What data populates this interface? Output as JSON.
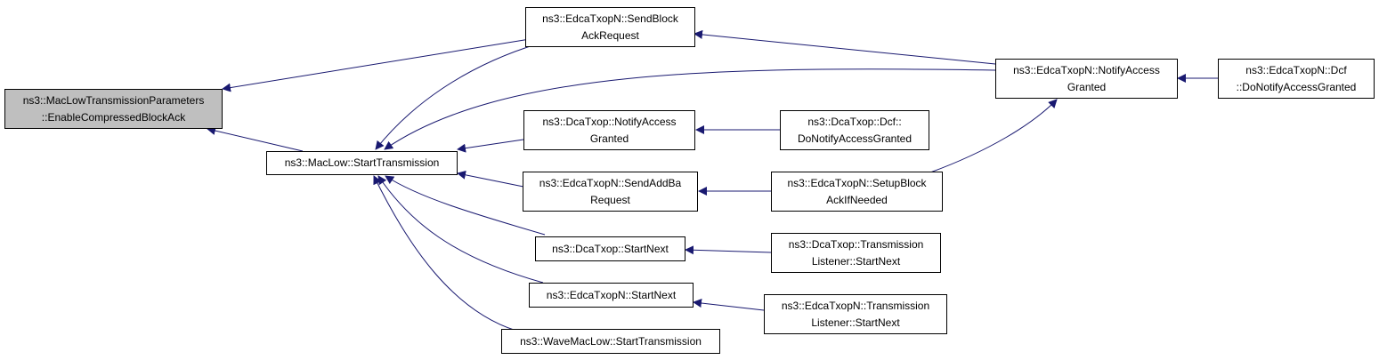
{
  "graph": {
    "edge_color": "#191970",
    "focus_fill": "#bfbfbf",
    "nodes": {
      "n_focus": [
        "ns3::MacLowTransmissionParameters",
        "::EnableCompressedBlockAck"
      ],
      "n_start": [
        "ns3::MacLow::StartTransmission"
      ],
      "n_sendblock": [
        "ns3::EdcaTxopN::SendBlock",
        "AckRequest"
      ],
      "n_dca_notify": [
        "ns3::DcaTxop::NotifyAccess",
        "Granted"
      ],
      "n_addba": [
        "ns3::EdcaTxopN::SendAddBa",
        "Request"
      ],
      "n_dca_startnext": [
        "ns3::DcaTxop::StartNext"
      ],
      "n_edca_startnext": [
        "ns3::EdcaTxopN::StartNext"
      ],
      "n_wave": [
        "ns3::WaveMacLow::StartTransmission"
      ],
      "n_edca_notify": [
        "ns3::EdcaTxopN::NotifyAccess",
        "Granted"
      ],
      "n_edca_dcf": [
        "ns3::EdcaTxopN::Dcf",
        "::DoNotifyAccessGranted"
      ],
      "n_dca_dcf": [
        "ns3::DcaTxop::Dcf::",
        "DoNotifyAccessGranted"
      ],
      "n_setup": [
        "ns3::EdcaTxopN::SetupBlock",
        "AckIfNeeded"
      ],
      "n_dca_tl": [
        "ns3::DcaTxop::Transmission",
        "Listener::StartNext"
      ],
      "n_edca_tl": [
        "ns3::EdcaTxopN::Transmission",
        "Listener::StartNext"
      ]
    }
  }
}
